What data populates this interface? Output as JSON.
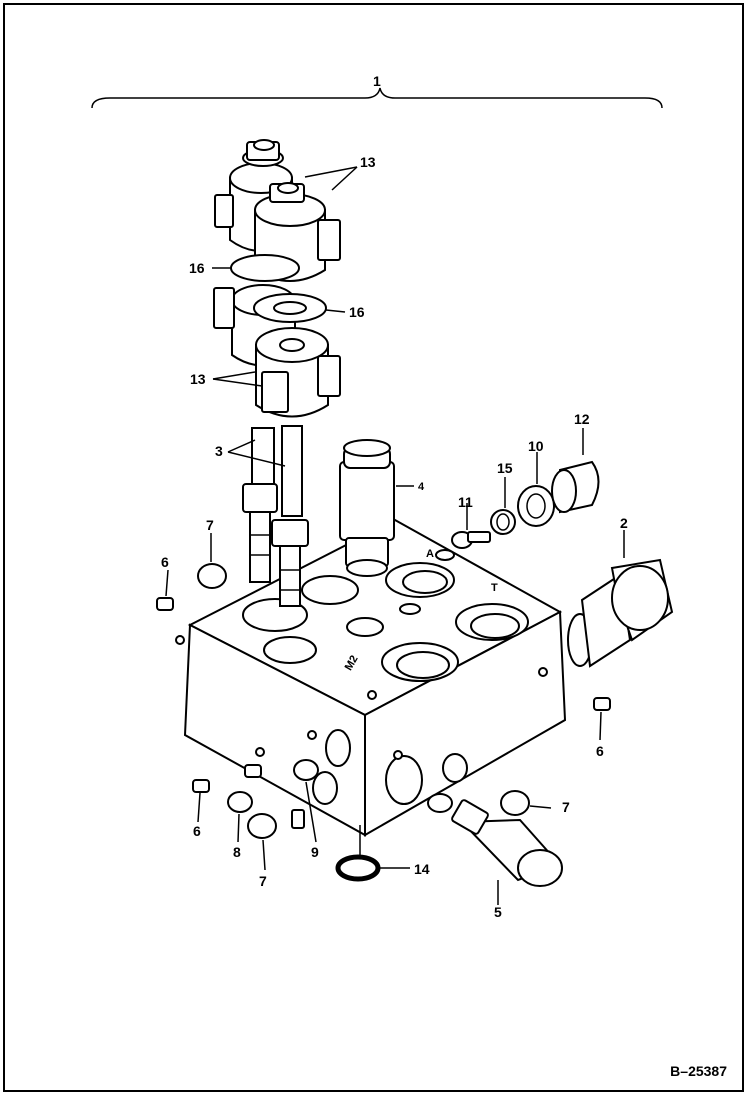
{
  "diagram": {
    "part_labels": {
      "p1": "1",
      "p2": "2",
      "p3": "3",
      "p4": "4",
      "p5": "5",
      "p6a": "6",
      "p6b": "6",
      "p6c": "6",
      "p7a": "7",
      "p7b": "7",
      "p7c": "7",
      "p8": "8",
      "p9": "9",
      "p10": "10",
      "p11": "11",
      "p12": "12",
      "p13a": "13",
      "p13b": "13",
      "p14": "14",
      "p15": "15",
      "p16a": "16",
      "p16b": "16"
    },
    "port_labels": {
      "a": "A",
      "t": "T",
      "m2": "M2"
    },
    "reference": "B–25387"
  }
}
